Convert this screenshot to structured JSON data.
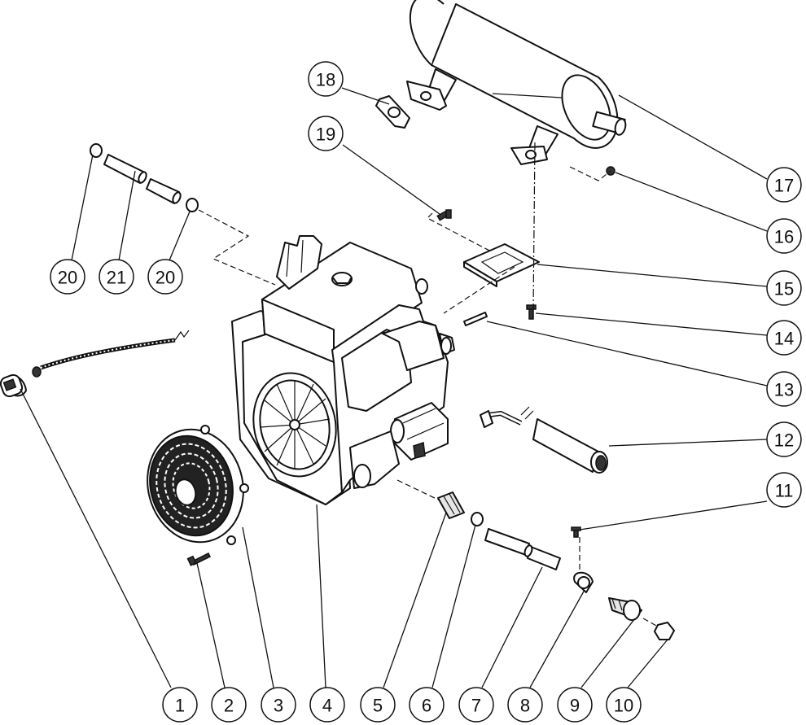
{
  "callouts": [
    {
      "id": "1",
      "label": "1"
    },
    {
      "id": "2",
      "label": "2"
    },
    {
      "id": "3",
      "label": "3"
    },
    {
      "id": "4",
      "label": "4"
    },
    {
      "id": "5",
      "label": "5"
    },
    {
      "id": "6",
      "label": "6"
    },
    {
      "id": "7",
      "label": "7"
    },
    {
      "id": "8",
      "label": "8"
    },
    {
      "id": "9",
      "label": "9"
    },
    {
      "id": "10",
      "label": "10"
    },
    {
      "id": "11",
      "label": "11"
    },
    {
      "id": "12",
      "label": "12"
    },
    {
      "id": "13",
      "label": "13"
    },
    {
      "id": "14",
      "label": "14"
    },
    {
      "id": "15",
      "label": "15"
    },
    {
      "id": "16",
      "label": "16"
    },
    {
      "id": "17",
      "label": "17"
    },
    {
      "id": "18",
      "label": "18"
    },
    {
      "id": "19",
      "label": "19"
    },
    {
      "id": "20a",
      "label": "20"
    },
    {
      "id": "21",
      "label": "21"
    },
    {
      "id": "20b",
      "label": "20"
    }
  ]
}
